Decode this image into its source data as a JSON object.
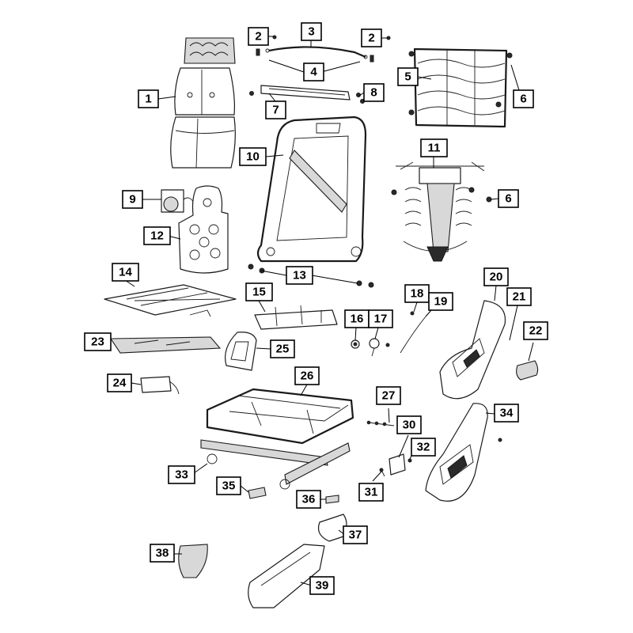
{
  "callouts": {
    "c1": "1",
    "c2a": "2",
    "c2b": "2",
    "c3": "3",
    "c4": "4",
    "c5": "5",
    "c6a": "6",
    "c6b": "6",
    "c7": "7",
    "c8": "8",
    "c9": "9",
    "c10": "10",
    "c11": "11",
    "c12": "12",
    "c13": "13",
    "c14": "14",
    "c15": "15",
    "c16": "16",
    "c17": "17",
    "c18": "18",
    "c19": "19",
    "c20": "20",
    "c21": "21",
    "c22": "22",
    "c23": "23",
    "c24": "24",
    "c25": "25",
    "c26": "26",
    "c27": "27",
    "c30": "30",
    "c31": "31",
    "c32": "32",
    "c33": "33",
    "c34": "34",
    "c35": "35",
    "c36": "36",
    "c37": "37",
    "c38": "38",
    "c39": "39"
  }
}
